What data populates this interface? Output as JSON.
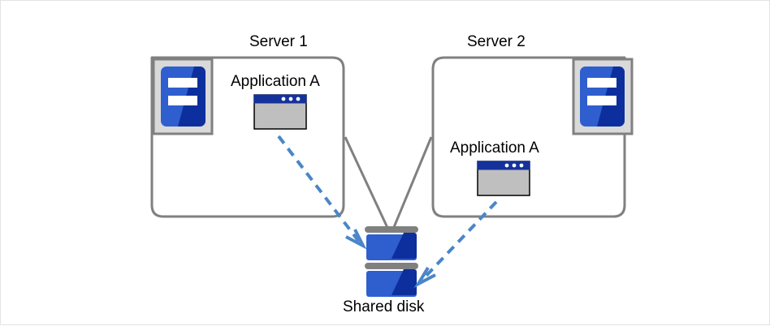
{
  "diagram": {
    "title_visible": false,
    "type": "cluster-shared-disk-architecture",
    "nodes": {
      "server1": {
        "label": "Server 1",
        "icon_name": "server-icon",
        "app": {
          "label": "Application A",
          "icon_name": "application-window-icon"
        }
      },
      "server2": {
        "label": "Server 2",
        "icon_name": "server-icon",
        "app": {
          "label": "Application A",
          "icon_name": "application-window-icon"
        }
      },
      "shared_disk": {
        "label": "Shared disk",
        "icon_name": "disk-stack-icon",
        "platters": 2
      }
    },
    "connectors": {
      "solid_links": [
        {
          "from": "server1",
          "to": "shared_disk",
          "style": "solid",
          "color": "#808080"
        },
        {
          "from": "server2",
          "to": "shared_disk",
          "style": "solid",
          "color": "#808080"
        }
      ],
      "dashed_arrows": [
        {
          "from": "server1.app",
          "to": "shared_disk",
          "style": "dashed",
          "color": "#4a86c8"
        },
        {
          "from": "server2.app",
          "to": "shared_disk",
          "style": "dashed",
          "color": "#4a86c8"
        }
      ]
    },
    "colors": {
      "frame_border": "#e3e3e3",
      "box_stroke": "#808080",
      "icon_frame_fill": "#d9d9d9",
      "icon_frame_stroke": "#808080",
      "server_blue_light": "#2f5fce",
      "server_blue_dark": "#0d2f9e",
      "window_titlebar": "#14329b",
      "window_body": "#bfbfbf",
      "window_border": "#000000",
      "disk_blue_light": "#2f5fce",
      "disk_blue_dark": "#0d2f9e",
      "disk_bar": "#808080",
      "dashed_arrow": "#4a86c8",
      "text": "#000000",
      "background": "#ffffff"
    }
  }
}
